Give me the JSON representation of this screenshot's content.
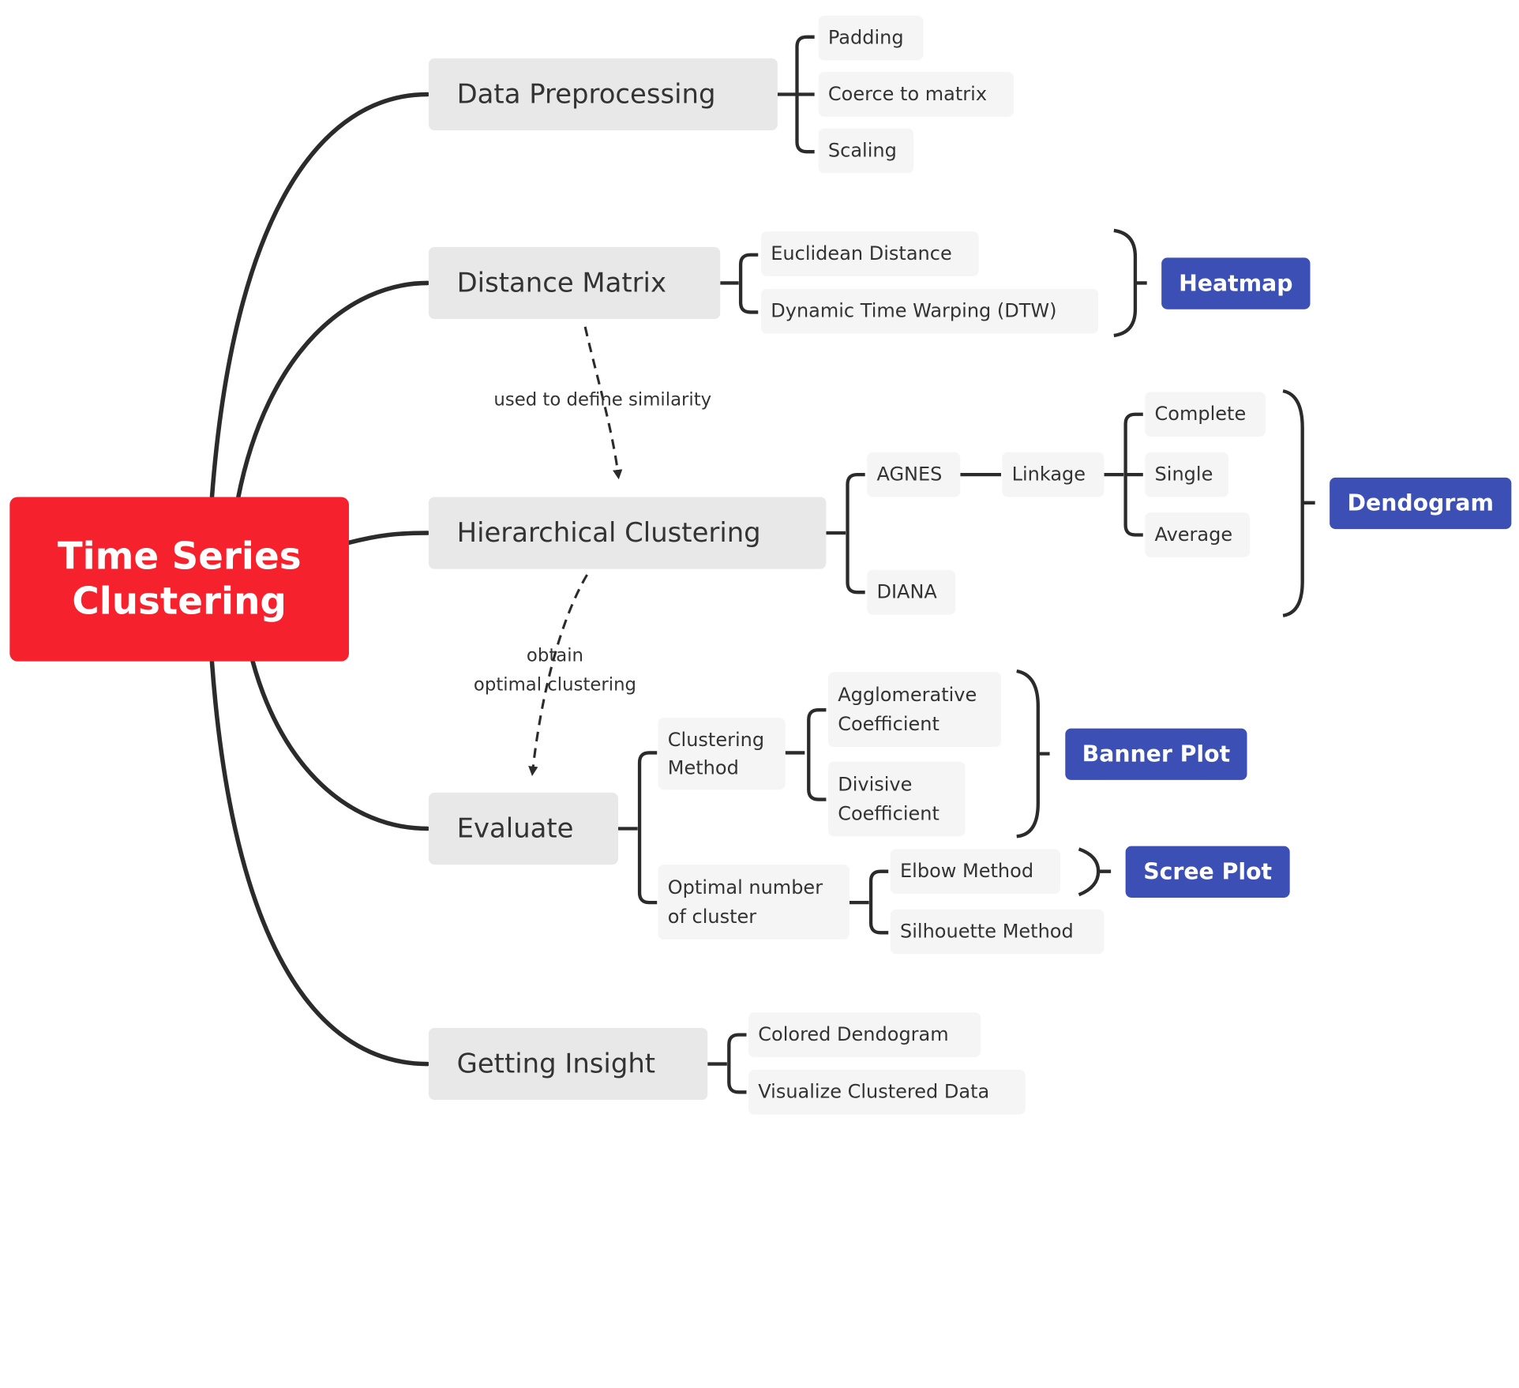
{
  "root": {
    "line1": "Time Series",
    "line2": "Clustering"
  },
  "branches": {
    "data_preprocessing": {
      "label": "Data Preprocessing",
      "children": [
        "Padding",
        "Coerce to matrix",
        "Scaling"
      ]
    },
    "distance_matrix": {
      "label": "Distance Matrix",
      "children": [
        "Euclidean Distance",
        "Dynamic Time Warping (DTW)"
      ],
      "summary": "Heatmap"
    },
    "hierarchical_clustering": {
      "label": "Hierarchical Clustering",
      "agnes": "AGNES",
      "linkage": "Linkage",
      "linkage_children": [
        "Complete",
        "Single",
        "Average"
      ],
      "diana": "DIANA",
      "summary": "Dendogram"
    },
    "evaluate": {
      "label": "Evaluate",
      "clustering_method": {
        "line1": "Clustering",
        "line2": "Method"
      },
      "coefficients": [
        {
          "line1": "Agglomerative",
          "line2": "Coefficient"
        },
        {
          "line1": "Divisive",
          "line2": "Coefficient"
        }
      ],
      "coefficients_summary": "Banner Plot",
      "optimal_number": {
        "line1": "Optimal number",
        "line2": "of cluster"
      },
      "methods": [
        "Elbow Method",
        "Silhouette Method"
      ],
      "elbow_summary": "Scree Plot"
    },
    "getting_insight": {
      "label": "Getting Insight",
      "children": [
        "Colored Dendogram",
        "Visualize Clustered Data"
      ]
    }
  },
  "relations": {
    "similarity": "used to define similarity",
    "optimal": {
      "line1": "obtain",
      "line2": "optimal clustering"
    }
  },
  "colors": {
    "root": "#f5222d",
    "main_topic": "#e8e8e8",
    "subtopic": "#f5f5f5",
    "summary": "#3c4fb4",
    "line": "#2b2b2b"
  }
}
